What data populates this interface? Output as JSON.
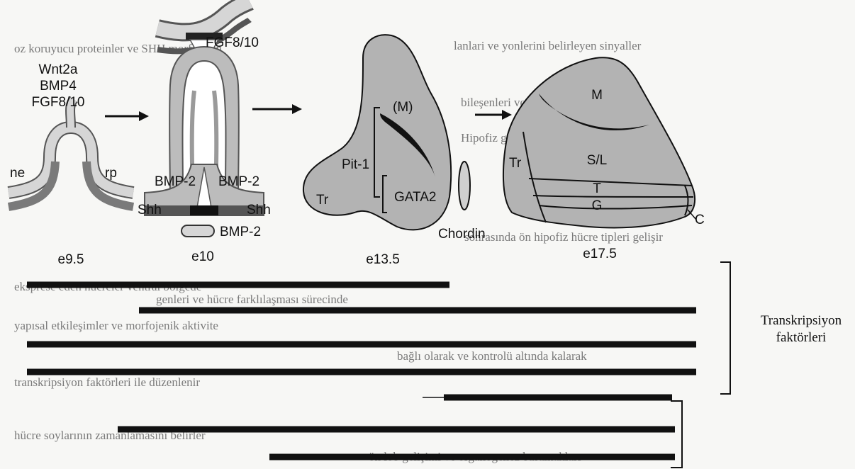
{
  "figure": {
    "stages": {
      "e9_5": {
        "label": "e9.5",
        "signals": [
          "Wnt2a",
          "BMP4",
          "FGF8/10"
        ],
        "ne": "ne",
        "rp": "rp"
      },
      "e10": {
        "label": "e10",
        "fgf": "FGF8/10",
        "bmp2_left": "BMP-2",
        "bmp2_right": "BMP-2",
        "shh_left": "Shh",
        "shh_right": "Shh",
        "bmp2_bottom": "BMP-2"
      },
      "e13_5": {
        "label": "e13.5",
        "m": "(M)",
        "pit1": "Pit-1",
        "tr": "Tr",
        "gata2": "GATA2",
        "chordin": "Chordin"
      },
      "e17_5": {
        "label": "e17.5",
        "m": "M",
        "sl": "S/L",
        "tr": "Tr",
        "t": "T",
        "g": "G",
        "c": "C"
      }
    },
    "bracket_label": [
      "Transkripsiyon",
      "faktörleri"
    ]
  },
  "background_text": [
    "oz koruyucu proteinler ve SHH morfojenin",
    "lanlari ve yonlerini belirleyen sinyaller",
    "bileşenleri ve hücre dizisi agaci",
    "Hipofiz gelişiminde sinyal ve faktör rolü",
    "sonrasında ön hipofiz hücre tipleri gelişir",
    "eksprese eden hücreler ventral bolgede",
    "genleri ve hücre farklılaşması sürecinde",
    "yapısal etkileşimler ve morfojenik aktivite",
    "bağlı olarak ve kontrolü altında kalarak",
    "transkripsiyon faktörleri ile düzenlenir",
    "hücre soylarının zamanlamasını belirler",
    "ön lob gelişimi ve organogenez basamakları"
  ]
}
